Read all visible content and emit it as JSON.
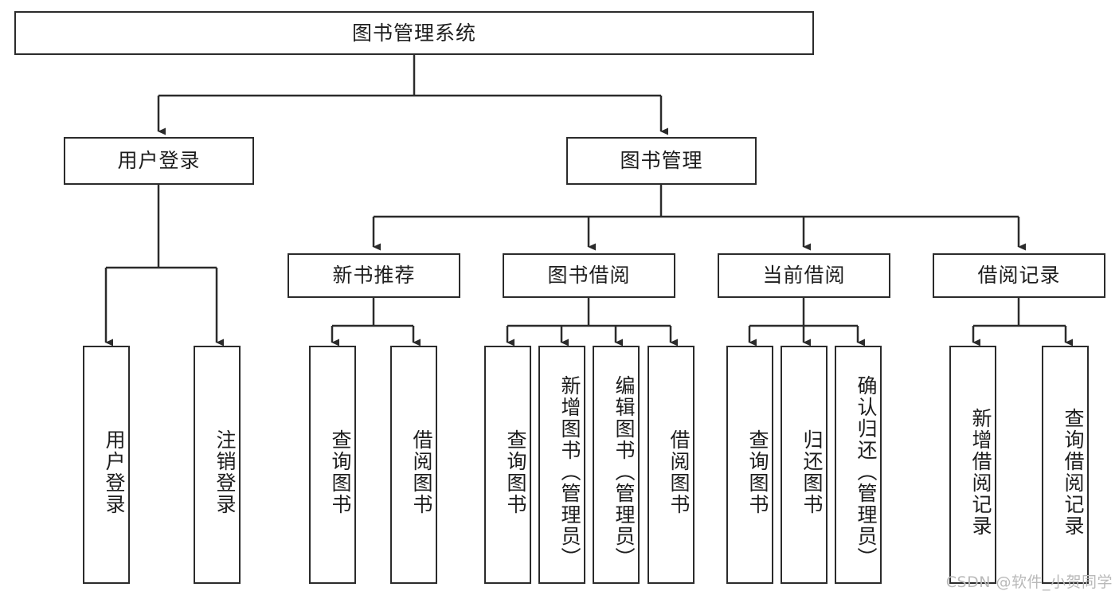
{
  "diagram": {
    "type": "tree",
    "title": "图书管理系统",
    "root": {
      "label": "图书管理系统"
    },
    "level2": [
      {
        "label": "用户登录"
      },
      {
        "label": "图书管理"
      }
    ],
    "level3": [
      {
        "label": "新书推荐"
      },
      {
        "label": "图书借阅"
      },
      {
        "label": "当前借阅"
      },
      {
        "label": "借阅记录"
      }
    ],
    "leaves": {
      "user_login": [
        {
          "label": "用户登录"
        },
        {
          "label": "注销登录"
        }
      ],
      "new_book_recommend": [
        {
          "label": "查询图书"
        },
        {
          "label": "借阅图书"
        }
      ],
      "book_borrow": [
        {
          "label": "查询图书"
        },
        {
          "label": "新增图书（管理员）"
        },
        {
          "label": "编辑图书（管理员）"
        },
        {
          "label": "借阅图书"
        }
      ],
      "current_borrow": [
        {
          "label": "查询图书"
        },
        {
          "label": "归还图书"
        },
        {
          "label": "确认归还（管理员）"
        }
      ],
      "borrow_record": [
        {
          "label": "新增借阅记录"
        },
        {
          "label": "查询借阅记录"
        }
      ]
    }
  },
  "watermark": {
    "text": "CSDN @软件_小贺同学"
  },
  "colors": {
    "border": "#2b2b2b",
    "background": "#ffffff",
    "text": "#1d1d1d",
    "watermark": "#b9b9b9"
  }
}
